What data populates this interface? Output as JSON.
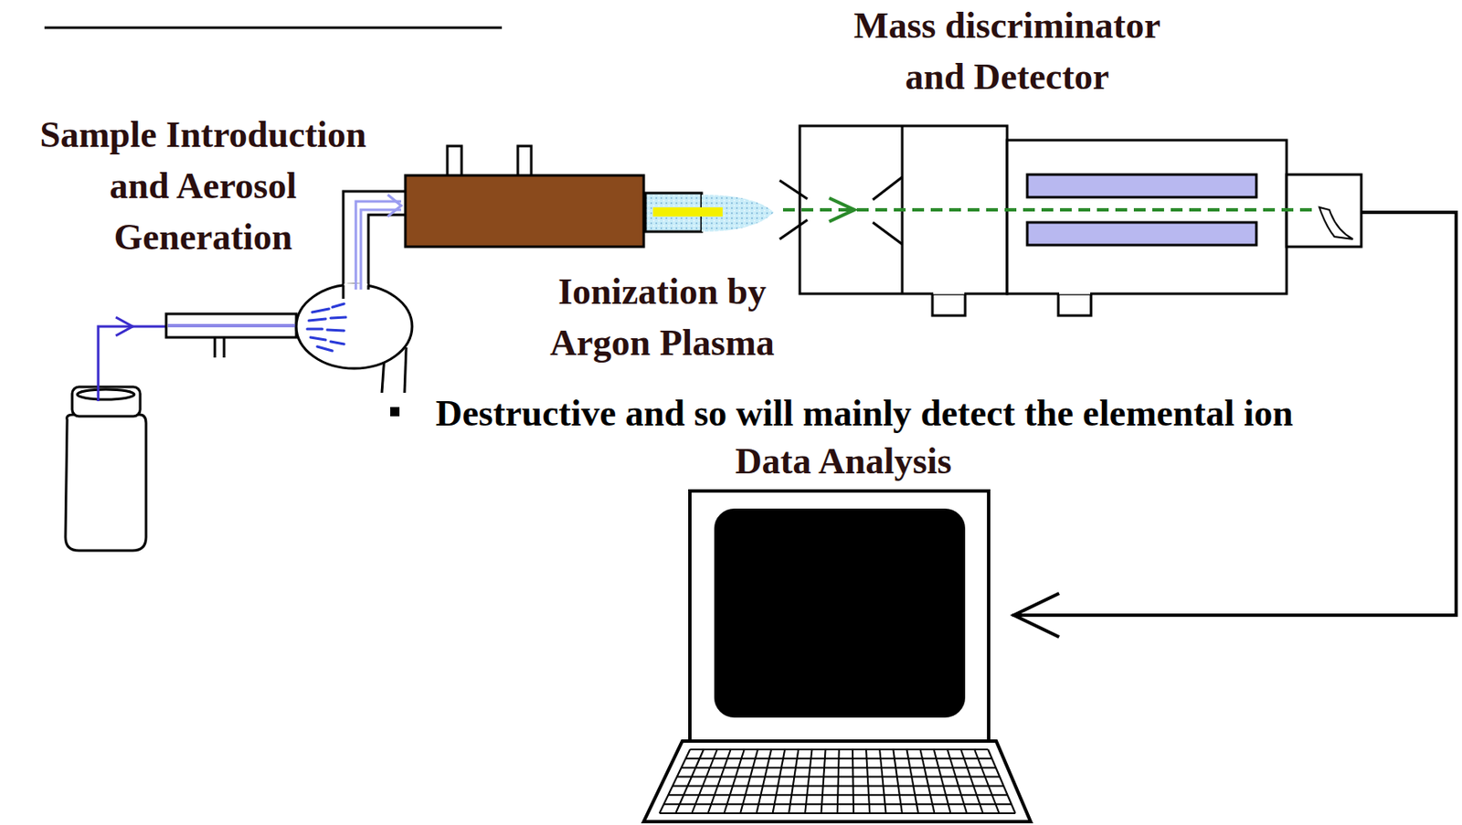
{
  "diagram": {
    "labels": [
      "Sample Introduction and Aerosol Generation",
      "Ionization by Argon Plasma",
      "Mass discriminator and Detector",
      "Destructive and so will mainly detect the elemental ion",
      "Data Analysis"
    ]
  }
}
